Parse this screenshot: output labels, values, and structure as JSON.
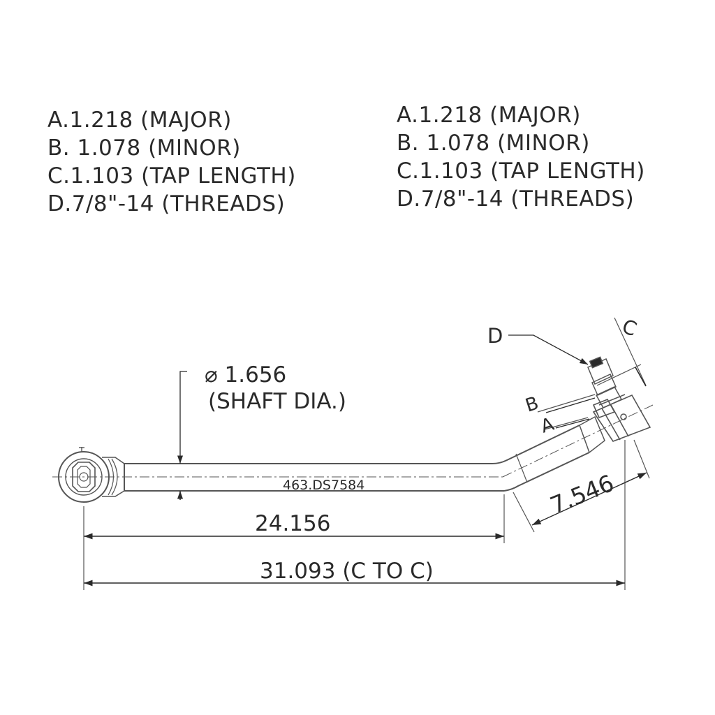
{
  "notes_left": [
    "A.1.218 (MAJOR)",
    "B. 1.078 (MINOR)",
    "C.1.103 (TAP LENGTH)",
    "D.7/8\"-14 (THREADS)"
  ],
  "notes_right": [
    "A.1.218 (MAJOR)",
    "B. 1.078 (MINOR)",
    "C.1.103 (TAP LENGTH)",
    "D.7/8\"-14 (THREADS)"
  ],
  "drawing": {
    "part_number": "463.DS7584",
    "shaft_dia_value": "⌀ 1.656",
    "shaft_dia_label": "(SHAFT DIA.)",
    "dim_straight": "24.156",
    "dim_overall": "31.093 (C TO C)",
    "dim_angled": "7.546",
    "callout_a": "A",
    "callout_b": "B",
    "callout_c": "C",
    "callout_d": "D"
  },
  "colors": {
    "line": "#2a2a2a",
    "background": "#ffffff"
  }
}
